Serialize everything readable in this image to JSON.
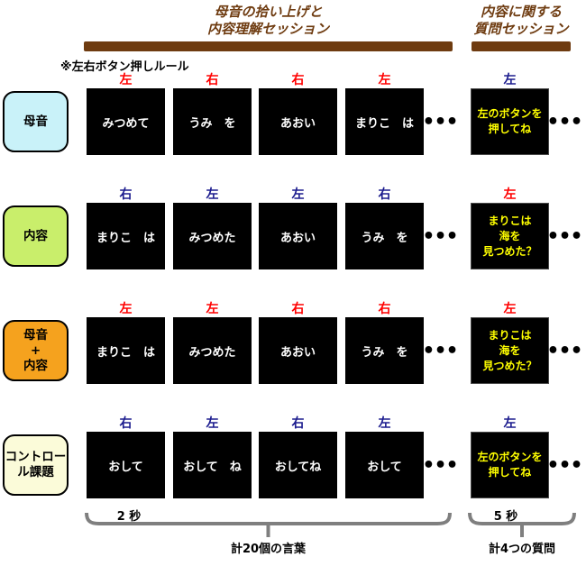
{
  "sessions": {
    "words": {
      "title": "母音の拾い上げと\n内容理解セッション"
    },
    "questions": {
      "title": "内容に関する\n質問セッション"
    }
  },
  "note": "※左右ボタン押しルール",
  "ellipsis": "•••",
  "rows": [
    {
      "id": "vowel",
      "label": "母音",
      "stimuli": [
        {
          "button": "左",
          "button_color": "red",
          "text": "みつめて"
        },
        {
          "button": "右",
          "button_color": "red",
          "text": "うみ　を"
        },
        {
          "button": "右",
          "button_color": "red",
          "text": "あおい"
        },
        {
          "button": "左",
          "button_color": "red",
          "text": "まりこ　は"
        }
      ],
      "question": {
        "button": "左",
        "button_color": "navy",
        "text": "左のボタンを\n押してね"
      }
    },
    {
      "id": "content",
      "label": "内容",
      "stimuli": [
        {
          "button": "右",
          "button_color": "navy",
          "text": "まりこ　は"
        },
        {
          "button": "左",
          "button_color": "navy",
          "text": "みつめた"
        },
        {
          "button": "左",
          "button_color": "navy",
          "text": "あおい"
        },
        {
          "button": "右",
          "button_color": "navy",
          "text": "うみ　を"
        }
      ],
      "question": {
        "button": "左",
        "button_color": "red",
        "text": "まりこは\n海を\n見つめた？"
      }
    },
    {
      "id": "vowel-plus-content",
      "label": "母音\n+\n内容",
      "stimuli": [
        {
          "button": "左",
          "button_color": "red",
          "text": "まりこ　は"
        },
        {
          "button": "左",
          "button_color": "red",
          "text": "みつめた"
        },
        {
          "button": "右",
          "button_color": "red",
          "text": "あおい"
        },
        {
          "button": "右",
          "button_color": "red",
          "text": "うみ　を"
        }
      ],
      "question": {
        "button": "左",
        "button_color": "red",
        "text": "まりこは\n海を\n見つめた？"
      }
    },
    {
      "id": "control",
      "label": "コントロー\nル課題",
      "stimuli": [
        {
          "button": "右",
          "button_color": "navy",
          "text": "おして"
        },
        {
          "button": "左",
          "button_color": "navy",
          "text": "おして　ね"
        },
        {
          "button": "右",
          "button_color": "navy",
          "text": "おしてね"
        },
        {
          "button": "左",
          "button_color": "navy",
          "text": "おして"
        }
      ],
      "question": {
        "button": "左",
        "button_color": "navy",
        "text": "左のボタンを\n押してね"
      }
    }
  ],
  "footer": {
    "words_duration": "2 秒",
    "questions_duration": "5 秒",
    "words_total": "計20個の言葉",
    "questions_total": "計4つの質問"
  },
  "colors": {
    "header_brown": "#6E3B10",
    "bar_brown": "#6E3B10",
    "button_red": "#FF0000",
    "button_navy": "#1B1B8E",
    "stimulus_box_bg": "#000000",
    "stimulus_text": "#FFFFFF",
    "question_text": "#FFFF00",
    "row_vowel_bg": "#C9F2F9",
    "row_content_bg": "#C9EE6B",
    "row_vowel_plus_content_bg": "#F5A21E",
    "row_control_bg": "#FBFBD9",
    "brace_gray": "#7F7F7F"
  }
}
